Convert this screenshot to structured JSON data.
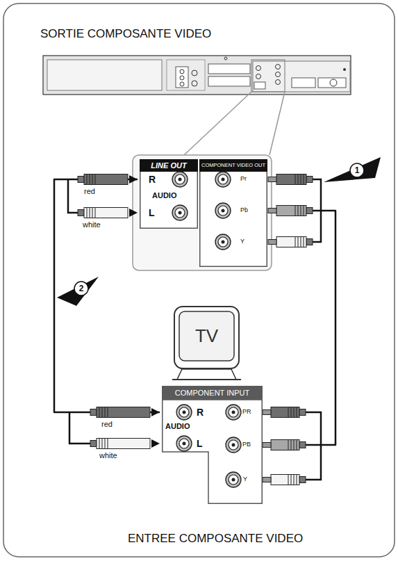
{
  "diagram": {
    "title": "SORTIE COMPOSANTE VIDEO",
    "caption": "ENTREE COMPOSANTE VIDEO",
    "nodes": [
      {
        "text": [
          "LINE OUT"
        ]
      },
      {
        "text": [
          "COMPONENT VIDEO OUT"
        ]
      },
      {
        "text": [
          "TV"
        ]
      },
      {
        "text": [
          "COMPONENT INPUT"
        ]
      }
    ],
    "edges": [
      {
        "from": 0,
        "to": 3,
        "arrow": "both"
      },
      {
        "from": 1,
        "to": 3,
        "arrow": "none"
      }
    ],
    "labels": [
      "R",
      "AUDIO",
      "L",
      "Pr",
      "Pb",
      "Y",
      "red",
      "white",
      "1",
      "2",
      "R",
      "AUDIO",
      "L",
      "PR",
      "PB",
      "Y",
      "red",
      "white"
    ]
  }
}
